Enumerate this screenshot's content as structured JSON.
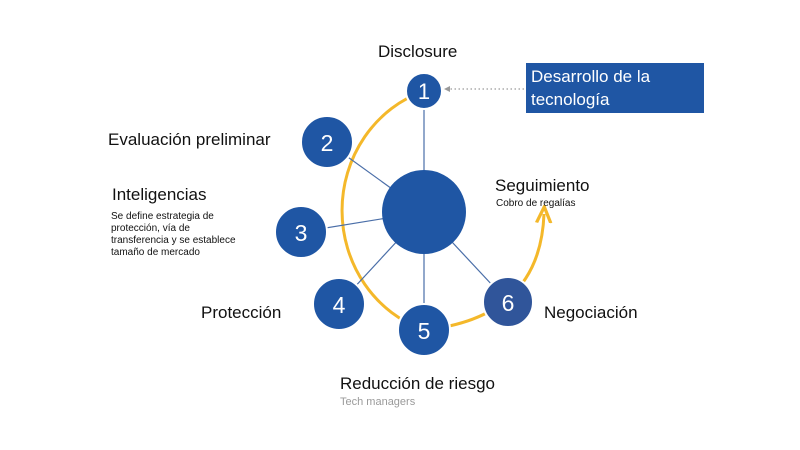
{
  "steps": [
    {
      "number": "1",
      "title": "Disclosure"
    },
    {
      "number": "2",
      "title": "Evaluación preliminar"
    },
    {
      "number": "3",
      "title": "Inteligencias",
      "description": [
        "Se define estrategia de",
        "protección, vía de",
        "transferencia y se establece",
        "tamaño de mercado"
      ]
    },
    {
      "number": "4",
      "title": "Protección"
    },
    {
      "number": "5",
      "title": "Reducción de riesgo",
      "subtitle": "Tech managers"
    },
    {
      "number": "6",
      "title": "Negociación"
    }
  ],
  "final_step": {
    "title": "Seguimiento",
    "subtitle": "Cobro de regalías"
  },
  "callout": {
    "lines": [
      "Desarrollo de la",
      "tecnología"
    ]
  },
  "colors": {
    "node_fill": "#1f56a4",
    "node_6_fill": "#30559a",
    "hub_fill": "#1f56a4",
    "arc": "#f4b82a",
    "spoke": "#4a6ea8",
    "callout_bg": "#1f56a4"
  }
}
